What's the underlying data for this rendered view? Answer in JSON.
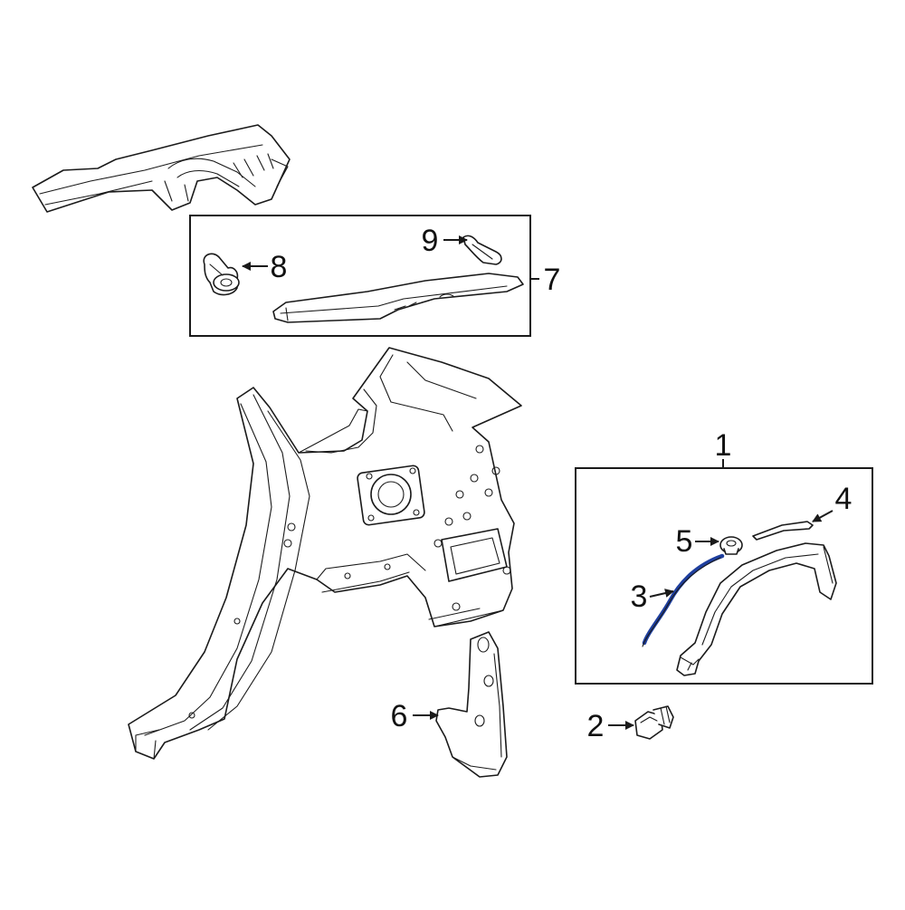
{
  "callouts": [
    {
      "id": "c1",
      "label": "1"
    },
    {
      "id": "c2",
      "label": "2"
    },
    {
      "id": "c3",
      "label": "3"
    },
    {
      "id": "c4",
      "label": "4"
    },
    {
      "id": "c5",
      "label": "5"
    },
    {
      "id": "c6",
      "label": "6"
    },
    {
      "id": "c7",
      "label": "7"
    },
    {
      "id": "c8",
      "label": "8"
    },
    {
      "id": "c9",
      "label": "9"
    }
  ],
  "colors": {
    "line": "#1a1a1a",
    "highlight": "#1f3f9e",
    "background": "#ffffff"
  }
}
